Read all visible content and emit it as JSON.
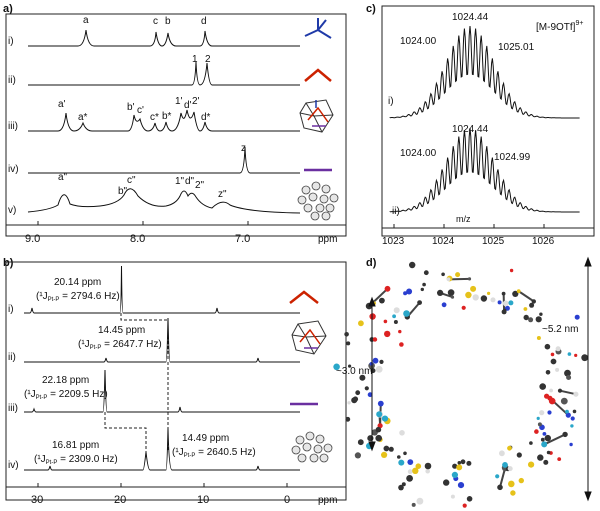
{
  "panels": {
    "a": {
      "label": "a)"
    },
    "b": {
      "label": "b)"
    },
    "c": {
      "label": "c)"
    },
    "d": {
      "label": "d)"
    }
  },
  "panel_a": {
    "traces": [
      {
        "roman": "i)",
        "peaks": [
          "a",
          "c",
          "b",
          "d"
        ]
      },
      {
        "roman": "ii)",
        "peaks": [
          "1",
          "2"
        ]
      },
      {
        "roman": "iii)",
        "peaks": [
          "a'",
          "a*",
          "b'",
          "c'",
          "c*",
          "b*",
          "1'",
          "d'",
          "2'",
          "d*"
        ]
      },
      {
        "roman": "iv)",
        "peaks": [
          "z"
        ]
      },
      {
        "roman": "v)",
        "peaks": [
          "a\"",
          "b\"",
          "c\"",
          "1\"",
          "d\"",
          "2\"",
          "z\""
        ]
      }
    ],
    "axis": {
      "ticks": [
        "9.0",
        "8.0",
        "7.0"
      ],
      "unit": "ppm"
    }
  },
  "panel_b": {
    "traces": [
      {
        "roman": "i)",
        "shift": "20.14 ppm",
        "coupling": "(¹J",
        "sub": "Pt-P",
        "value": " = 2794.6 Hz)"
      },
      {
        "roman": "ii)",
        "shift": "14.45 ppm",
        "coupling": "(¹J",
        "sub": "Pt-P",
        "value": " = 2647.7 Hz)"
      },
      {
        "roman": "iii)",
        "shift": "22.18 ppm",
        "coupling": "(¹J",
        "sub": "Pt-P",
        "value": " = 2209.5 Hz)"
      },
      {
        "roman": "iv)",
        "shift": "16.81 ppm",
        "coupling": "(¹J",
        "sub": "Pt-P",
        "value": " = 2309.0 Hz)",
        "shift2": "14.49 ppm",
        "value2": " = 2640.5 Hz)"
      }
    ],
    "axis": {
      "ticks": [
        "30",
        "20",
        "10",
        "0"
      ],
      "unit": "ppm"
    }
  },
  "panel_c": {
    "title": "[M-9OTf]",
    "charge": "9+",
    "spectra": [
      {
        "roman": "i)",
        "peak_main": "1024.44",
        "peak_left": "1024.00",
        "peak_right": "1025.01"
      },
      {
        "roman": "ii)",
        "peak_main": "1024.44",
        "peak_left": "1024.00",
        "peak_right": "1024.99"
      }
    ],
    "axis": {
      "ticks": [
        "1023",
        "1024",
        "1025",
        "1026"
      ],
      "xlabel": "m/z"
    }
  },
  "panel_d": {
    "dim_small": "~3.0 nm",
    "dim_large": "~5.2 nm"
  },
  "colors": {
    "donor_red": "#cc2200",
    "linker_purple": "#6a2fa0",
    "tripod_blue": "#1f3aa8",
    "pt_cyan": "#2aa7c9",
    "p_yellow": "#e6c21a"
  }
}
